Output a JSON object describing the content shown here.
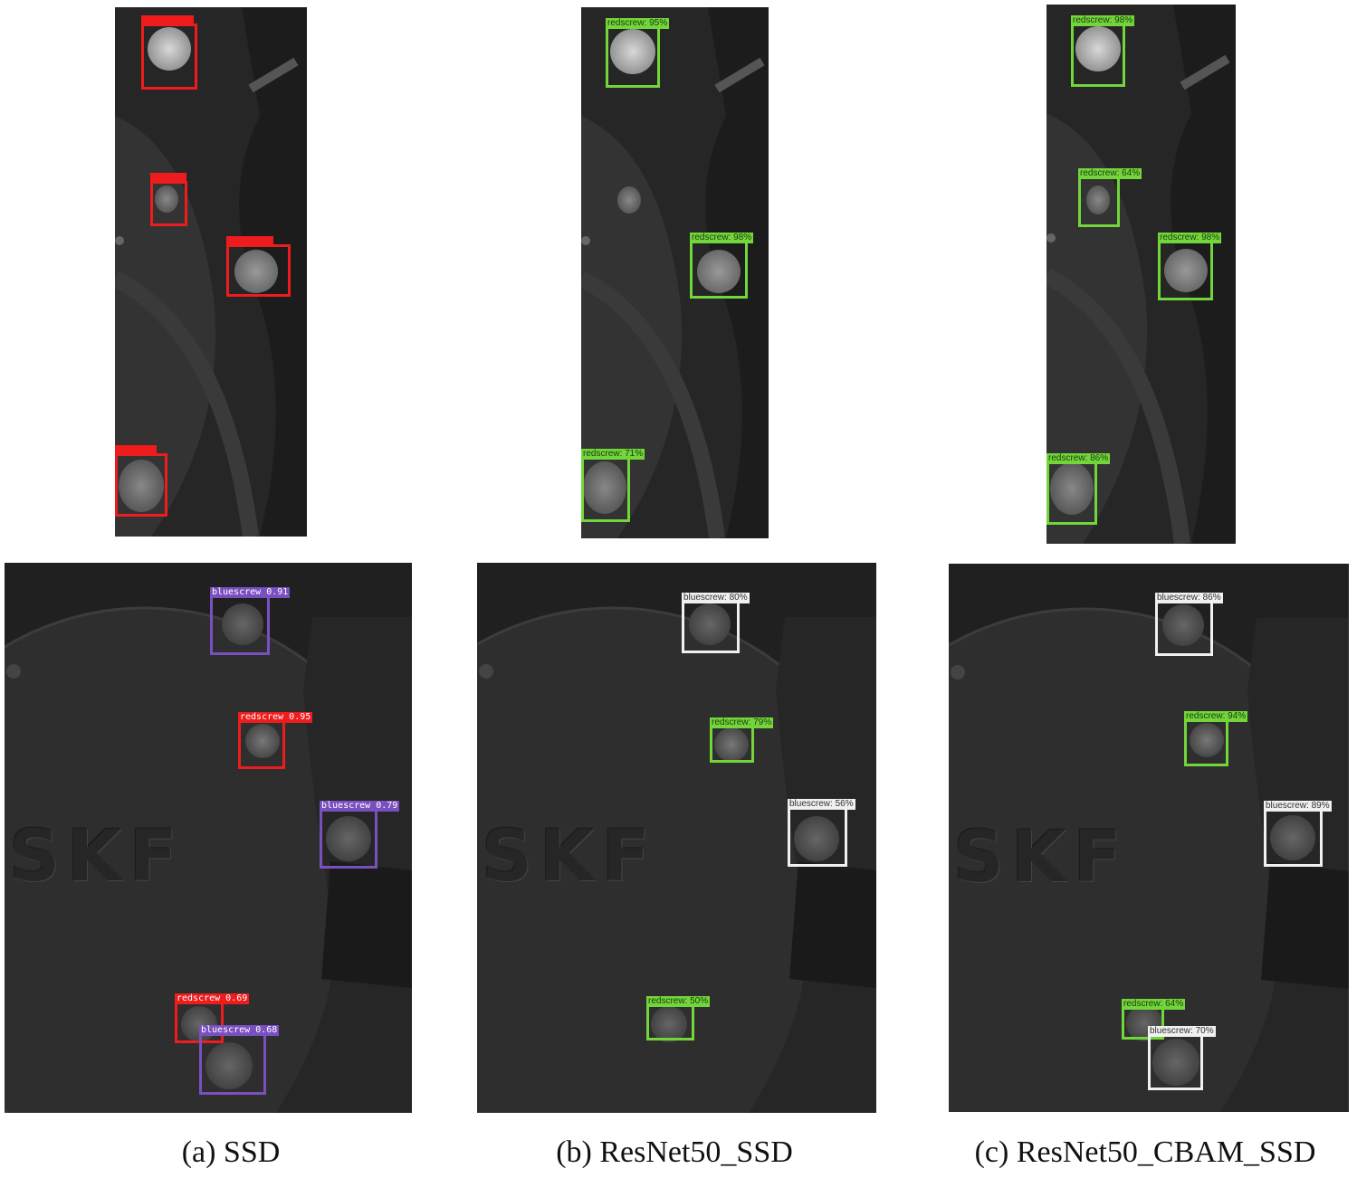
{
  "captions": {
    "a": "(a) SSD",
    "b": "(b) ResNet50_SSD",
    "c": "(c) ResNet50_CBAM_SSD"
  },
  "labels": {
    "b_top_1": "redscrew: 95%",
    "b_top_2": "redscrew: 98%",
    "b_top_3": "redscrew: 71%",
    "c_top_1": "redscrew: 98%",
    "c_top_2": "redscrew: 64%",
    "c_top_3": "redscrew: 98%",
    "c_top_4": "redscrew: 86%",
    "a_bot_1": "bluescrew 0.91",
    "a_bot_2": "redscrew 0.95",
    "a_bot_3": "bluescrew 0.79",
    "a_bot_4": "redscrew 0.69",
    "a_bot_5": "bluescrew 0.68",
    "b_bot_1": "bluescrew: 80%",
    "b_bot_2": "redscrew: 79%",
    "b_bot_3": "bluescrew: 56%",
    "b_bot_4": "redscrew: 50%",
    "c_bot_1": "bluescrew: 86%",
    "c_bot_2": "redscrew: 94%",
    "c_bot_3": "bluescrew: 89%",
    "c_bot_4": "redscrew: 64%",
    "c_bot_5": "bluescrew: 70%",
    "logo_text": "SKF"
  },
  "colors": {
    "ssd_red": "#ee1c1c",
    "ssd_purple": "#7a4fc0",
    "redscrew_green": "#72d63a",
    "bluescrew_white": "#f0f0f0"
  }
}
